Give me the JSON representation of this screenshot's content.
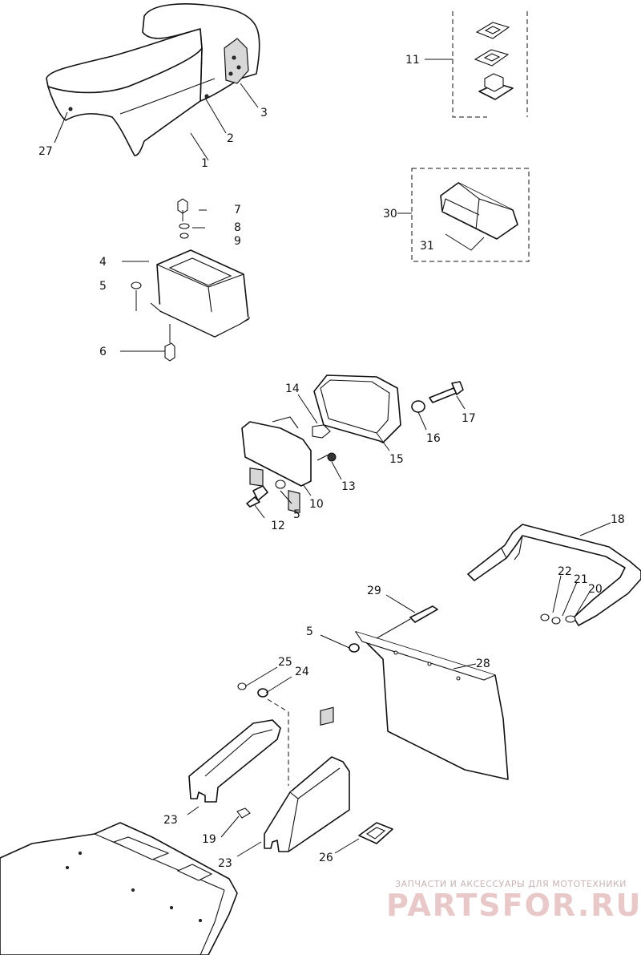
{
  "callouts": [
    {
      "id": "1",
      "label": "1"
    },
    {
      "id": "2",
      "label": "2"
    },
    {
      "id": "3",
      "label": "3"
    },
    {
      "id": "4",
      "label": "4"
    },
    {
      "id": "5a",
      "label": "5"
    },
    {
      "id": "5b",
      "label": "5"
    },
    {
      "id": "5c",
      "label": "5"
    },
    {
      "id": "6",
      "label": "6"
    },
    {
      "id": "7",
      "label": "7"
    },
    {
      "id": "8",
      "label": "8"
    },
    {
      "id": "9",
      "label": "9"
    },
    {
      "id": "10",
      "label": "10"
    },
    {
      "id": "11",
      "label": "11"
    },
    {
      "id": "12",
      "label": "12"
    },
    {
      "id": "13",
      "label": "13"
    },
    {
      "id": "14",
      "label": "14"
    },
    {
      "id": "15",
      "label": "15"
    },
    {
      "id": "16",
      "label": "16"
    },
    {
      "id": "17",
      "label": "17"
    },
    {
      "id": "18",
      "label": "18"
    },
    {
      "id": "19",
      "label": "19"
    },
    {
      "id": "20",
      "label": "20"
    },
    {
      "id": "21",
      "label": "21"
    },
    {
      "id": "22",
      "label": "22"
    },
    {
      "id": "23a",
      "label": "23"
    },
    {
      "id": "23b",
      "label": "23"
    },
    {
      "id": "24",
      "label": "24"
    },
    {
      "id": "25",
      "label": "25"
    },
    {
      "id": "26",
      "label": "26"
    },
    {
      "id": "27",
      "label": "27"
    },
    {
      "id": "28",
      "label": "28"
    },
    {
      "id": "29",
      "label": "29"
    },
    {
      "id": "30",
      "label": "30"
    },
    {
      "id": "31",
      "label": "31"
    }
  ],
  "watermark": {
    "line1": "ЗАПЧАСТИ И АКСЕССУАРЫ ДЛЯ МОТОТЕХНИКИ",
    "logo": "PARTSFOR.RU"
  },
  "colors": {
    "line": "#111111",
    "background": "#ffffff",
    "watermark": "#e8c8c8"
  }
}
